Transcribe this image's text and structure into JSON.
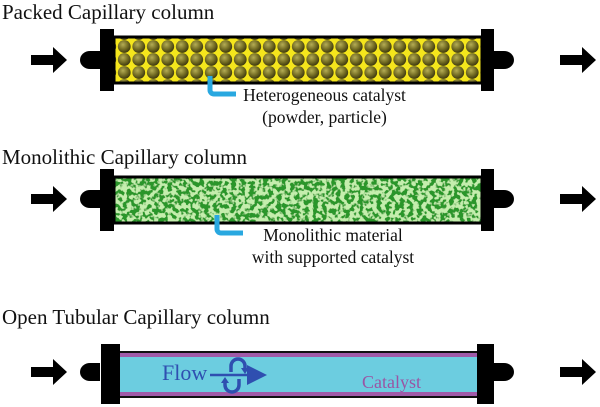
{
  "panels": [
    {
      "title": "Packed Capillary column",
      "callout_line1": "Heterogeneous catalyst",
      "callout_line2": "(powder, particle)",
      "fill_type": "packed-particles",
      "colors": {
        "background": "#f5e61c",
        "particle": "#6b6520",
        "callout": "#29a8e0"
      }
    },
    {
      "title": "Monolithic Capillary column",
      "callout_line1": "Monolithic material",
      "callout_line2": "with supported catalyst",
      "fill_type": "monolith",
      "colors": {
        "background": "#2e9a2a",
        "highlight": "#8fd66a",
        "callout": "#29a8e0"
      }
    },
    {
      "title": "Open Tubular Capillary column",
      "flow_label": "Flow",
      "wall_label": "Catalyst",
      "fill_type": "open-tubular",
      "colors": {
        "lumen": "#6ccde0",
        "wall": "#a05aa8",
        "flow": "#2f4fb0"
      }
    }
  ]
}
